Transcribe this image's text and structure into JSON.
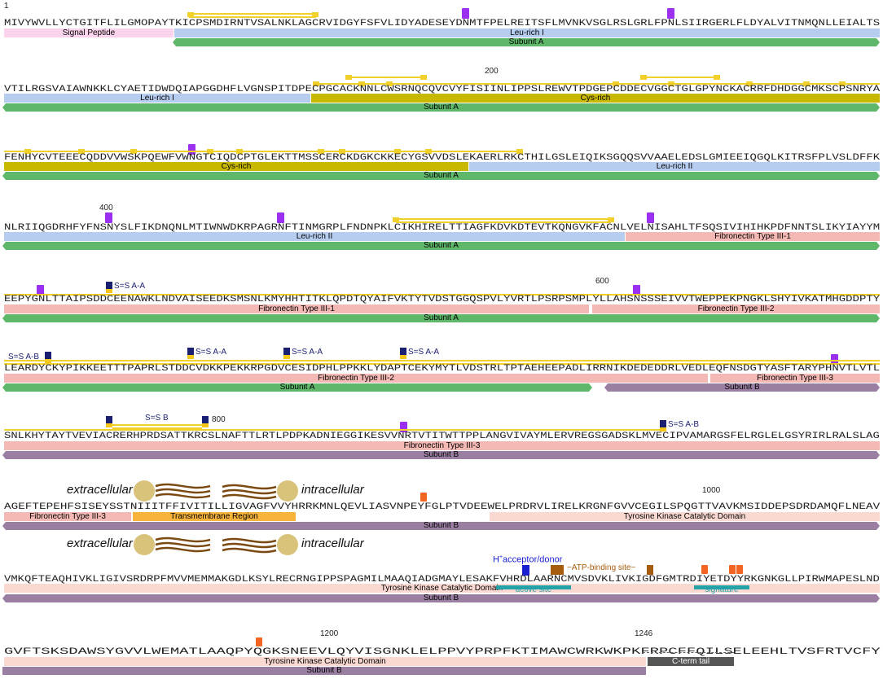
{
  "colors": {
    "signal": "#fbd3ec",
    "leu": "#b7cdf0",
    "cys": "#c9b800",
    "fn3": "#f4b9b4",
    "tm": "#f7b33a",
    "tk": "#fad9d2",
    "subA": "#5fb86a",
    "subB": "#9b7fa2",
    "cterm": "#555555",
    "glyco": "#9b30f0",
    "phospho": "#f26522",
    "ss": "#1a1f71",
    "active": "#23a2a8",
    "atp": "#a65c0e"
  },
  "positions": {
    "p1": "1",
    "p200": "200",
    "p400": "400",
    "p600": "600",
    "p800": "800",
    "p1000": "1000",
    "p1200": "1200",
    "p1246": "1246"
  },
  "rows": [
    {
      "seq": "MIVYWVLLYCTGITFLILGMOPAYTKICPSMDIRNTVSALNKLAGCRVIDGYFSFVLIDYADESEYDNMTFPELREITSFLMVNKVSGLRSLGRLFPNLSIIRGERLFLDYALVITNMQNLLEIALTS"
    },
    {
      "seq": "VTILRGSVAIAWNKKLCYAETIDWDQIAPGGDHFLVGNSPITDPECPGCACKNNLCWSRNQCQVCVYFISIINLIPPSLREWVTPDGEPCDDECVGGCTGLGPYNCKACRRFDHDGGCMKSCPSNRYA"
    },
    {
      "seq": "FENHYCVTEEECQDDVVWSKPQEWFVWNGTCIQDCPTGLEKTTMSSCERCKDGKCKKECYGSVVDSLEKAERLRKCTHILGSLEIQIKSGQQSVVAAELEDSLGMIEEIQGQLKITRSFPLVSLDFFK"
    },
    {
      "seq": "NLRIIQGDRHFYFNSNYSLFIKDNQNLMTIWNWDKRPAGRNFTINMGRPLFNDNPKLCIKHIRELTTIAGFKDVKDTEVTKQNGVKFACNLVELNISAHLTFSQSIVIHIHKPDFNNTSLIKYIAYYM"
    },
    {
      "seq": "EEPYGNLTTAIPSDDCEENAWKLNDVAISEEDKSMSNLKMYHHTITKLQPDTQYAIFVKTYTVDSTGGQSPVLYVRTLPSRPSMPLYLLAHSNSSSEIVVTWEPPEKPNGKLSHYIVKATMHGDDPTY"
    },
    {
      "seq": "LEARDYCKYPIKKEETTTPAPRLSTDDCVDKKPEKKRPGDVCESIDPHLPPKKLYDAPTCEKYMYTLVDSTRLTPTAEHEEPADLIRRNIKDEDEDDRLVEDLEQFNSDGTYASFTARYPHNVTLVTL"
    },
    {
      "seq": "SNLKHYTAYTVEVIACRERHPRDSATTKRCSLNAFTTLRTLPDPKADNIEGGIKESVVNRTVTITWTTPPLANGVIVAYMLERVREGSGADSKLMVECIPVAMARGSFELRGLELGSYRIRLRALSLAG"
    },
    {
      "seq": "AGEFTEPEHFSISEYSSTNIIITFFIVITILLIGVAGFVVYHRRKMNLQEVLIASVNPEYFGLPTVDEEWELPRDRVLIRELKRGNFGVVCEGILSPQGTTVAVKMSIDDEPSDRDAMQFLNEAV"
    },
    {
      "seq": "VMKQFTEAQHIVKLIGIVSRDRPFMVVMEMMAKGDLKSYLRECRNGIPPSPAGMILMAAQIADGMAYLESAKFVHRDLAARNCMVSDVKLIVKIGDFGMTRDIYETDYYRKGNKGLLPIRWMAPESLND"
    },
    {
      "seq": "GVFTSKSDAWSYGVVLWEMATLAAQPYQGKSNEEVLQYVISGNKLELPPVYPRPFKTIMAWCWRKWKPKFRPCFFQILSELEEHLTVSFRTVCFY"
    }
  ],
  "domains": {
    "signal": "Signal Peptide",
    "leu1": "Leu-rich I",
    "cys": "Cys-rich",
    "leu2": "Leu-rich II",
    "fn1": "Fibronectin Type III-1",
    "fn2": "Fibronectin Type III-2",
    "fn3": "Fibronectin Type III-3",
    "tm": "Transmembrane Region",
    "tk": "Tyrosine Kinase Catalytic Domain",
    "cterm": "C-term tail",
    "subA": "Subunit A",
    "subB": "Subunit B"
  },
  "labels": {
    "ss_aa": "S=S A-A",
    "ss_ab": "S=S A-B",
    "ss_b": "S=S B",
    "extracellular": "extracellular",
    "intracellular": "intracellular",
    "h_acceptor": "H",
    "h_plus": "+",
    "h_rest": "acceptor/donor",
    "atp_site": "ATP-binding site",
    "active_site": "active site",
    "signature": "signature"
  }
}
